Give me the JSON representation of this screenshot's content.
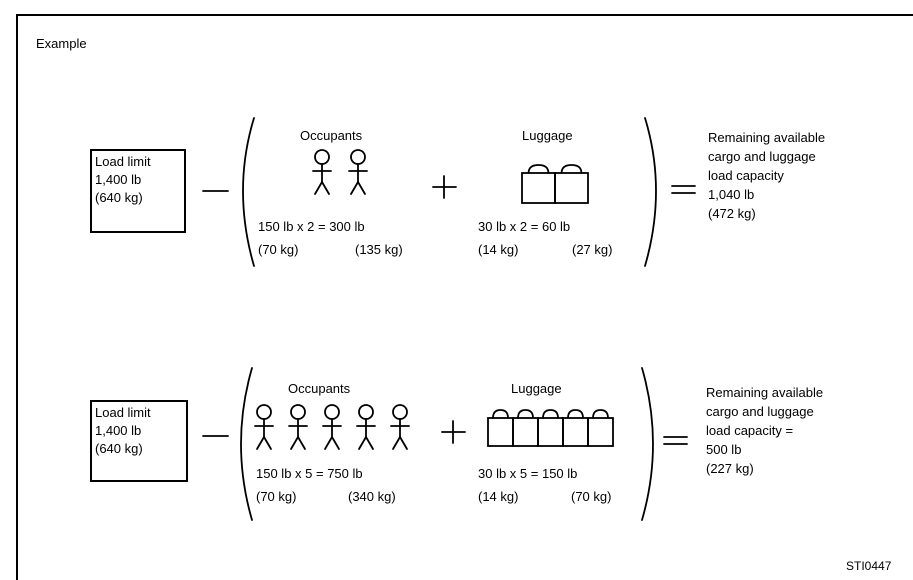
{
  "example_label": "Example",
  "figure_code": "STI0447",
  "examples": [
    {
      "load_limit": [
        "Load limit",
        "1,400 lb",
        "(640 kg)"
      ],
      "occupants_title": "Occupants",
      "occupants_calc": "150 lb x 2 = 300 lb",
      "occupants_kg_each": "(70 kg)",
      "occupants_kg_total": "(135 kg)",
      "luggage_title": "Luggage",
      "luggage_calc": "30 lb x 2 = 60 lb",
      "luggage_kg_each": "(14 kg)",
      "luggage_kg_total": "(27 kg)",
      "remaining": [
        "Remaining available",
        "cargo and luggage",
        "load capacity",
        "1,040 lb",
        "(472 kg)"
      ],
      "occupant_count": 2,
      "bag_count": 2
    },
    {
      "load_limit": [
        "Load limit",
        "1,400 lb",
        "(640 kg)"
      ],
      "occupants_title": "Occupants",
      "occupants_calc": "150 lb x 5 = 750 lb",
      "occupants_kg_each": "(70 kg)",
      "occupants_kg_total": "(340 kg)",
      "luggage_title": "Luggage",
      "luggage_calc": "30 lb x 5 = 150 lb",
      "luggage_kg_each": "(14 kg)",
      "luggage_kg_total": "(70 kg)",
      "remaining": [
        "Remaining available",
        "cargo and luggage",
        "load capacity =",
        "500 lb",
        "(227 kg)"
      ],
      "occupant_count": 5,
      "bag_count": 5
    }
  ],
  "symbols": {
    "minus": "minus-sign-icon",
    "plus": "plus-sign-icon",
    "equals": "equals-sign-icon",
    "person": "person-stick-figure-icon",
    "bag": "luggage-bag-icon"
  }
}
